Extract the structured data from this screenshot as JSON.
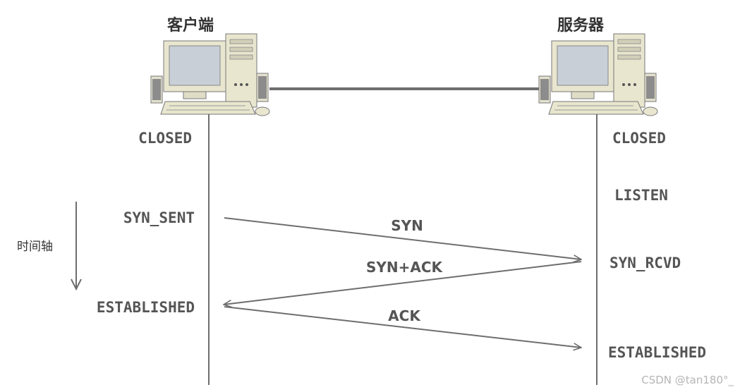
{
  "client": {
    "title": "客户端",
    "states": [
      "CLOSED",
      "SYN_SENT",
      "ESTABLISHED"
    ]
  },
  "server": {
    "title": "服务器",
    "states": [
      "CLOSED",
      "LISTEN",
      "SYN_RCVD",
      "ESTABLISHED"
    ]
  },
  "time_axis_label": "时间轴",
  "messages": [
    {
      "label": "SYN"
    },
    {
      "label": "SYN+ACK"
    },
    {
      "label": "ACK"
    }
  ],
  "watermark": "CSDN @tan180°_",
  "colors": {
    "line": "#6e6e6e",
    "text": "#555555",
    "monitor_beige": "#e9e6cf",
    "screen": "#c9cfd6"
  },
  "icons": {
    "client": "desktop-computer-icon",
    "server": "desktop-computer-icon"
  }
}
